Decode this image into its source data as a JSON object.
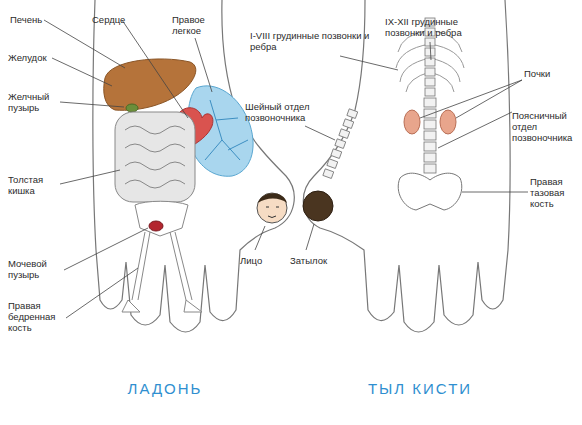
{
  "diagram": {
    "labels": [
      "Печень",
      "Сердце",
      "Правое легкое",
      "Желудок",
      "Желчный пузырь",
      "Толстая кишка",
      "Мочевой пузырь",
      "Правая бедренная кость",
      "I-VIII грудинные позвонки и ребра",
      "Шейный отдел позвоночника",
      "Лицо",
      "Затылок",
      "IX-XII грудинные позвонки и ребра",
      "Почки",
      "Поясничный отдел позвоночника",
      "Правая тазовая кость",
      "ЛАДОНЬ",
      "ТЫЛ КИСТИ"
    ]
  }
}
